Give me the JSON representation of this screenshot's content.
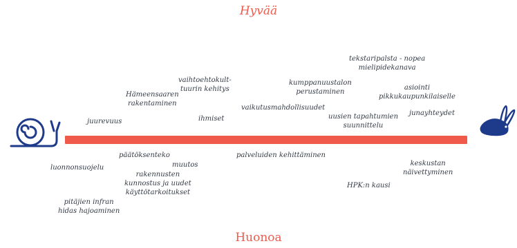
{
  "scale": {
    "top_label": "Hyvää",
    "bottom_label": "Huonoa"
  },
  "items": {
    "tekstaripalsta": "tekstaripalsta - nopea\nmielipidekanava",
    "vaihtoehtokulttuuri": "vaihtoehtokult-\ntuurin kehitys",
    "kumppanuustalo": "kumppanuustalon\nperustaminen",
    "hameensaari": "Hämeensaaren\nrakentaminen",
    "asiointi": "asiointi\npikkukaupunkilaiselle",
    "vaikutusmahdollisuudet": "vaikutusmahdollisuudet",
    "ihmiset": "ihmiset",
    "juurevuus": "juurevuus",
    "junayhteydet": "junayhteydet",
    "tapahtumat": "uusien tapahtumien\nsuunnittelu",
    "paatoksenteko": "päätöksenteko",
    "muutos": "muutos",
    "luonnonsuojelu": "luonnonsuojelu",
    "palvelut": "palveluiden kehittäminen",
    "keskusta": "keskustan\nnäivettyminen",
    "rakennukset": "rakennusten\nkunnostus ja uudet\nkäyttötarkoitukset",
    "hpk": "HPK:n kausi",
    "infra": "pitäjien infran\nhidas hajoaminen"
  },
  "icons": {
    "left": "snail-icon",
    "right": "rabbit-icon"
  },
  "colors": {
    "accent": "#f05a4a",
    "text": "#333a45",
    "icon": "#1e3a8a"
  }
}
